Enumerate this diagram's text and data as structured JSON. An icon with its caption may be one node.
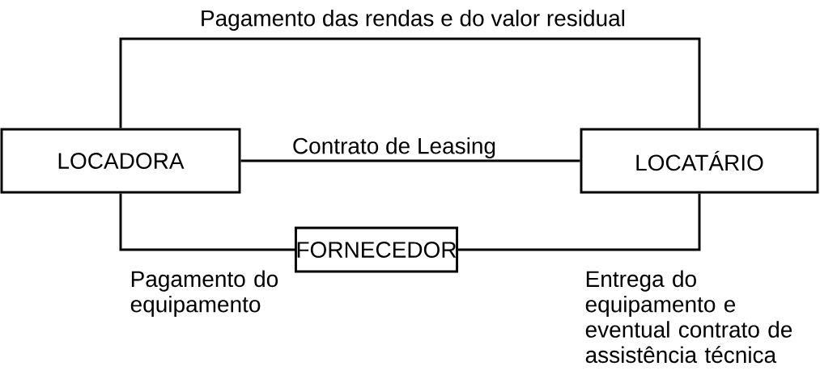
{
  "diagram": {
    "nodes": [
      {
        "text": [
          "LOCADORA"
        ]
      },
      {
        "text": [
          "LOCATÁRIO"
        ]
      },
      {
        "text": [
          "FORNECEDOR"
        ]
      }
    ],
    "edges": [
      {
        "from": 0,
        "to": 1,
        "arrow": "none",
        "label": "Pagamento das rendas e do valor residual"
      },
      {
        "from": 0,
        "to": 1,
        "arrow": "none",
        "label": "Contrato de Leasing"
      },
      {
        "from": 0,
        "to": 2,
        "arrow": "none",
        "label": "Pagamento do equipamento"
      },
      {
        "from": 2,
        "to": 1,
        "arrow": "none",
        "label": "Entrega do equipamento e eventual contrato de assistência técnica"
      }
    ]
  }
}
